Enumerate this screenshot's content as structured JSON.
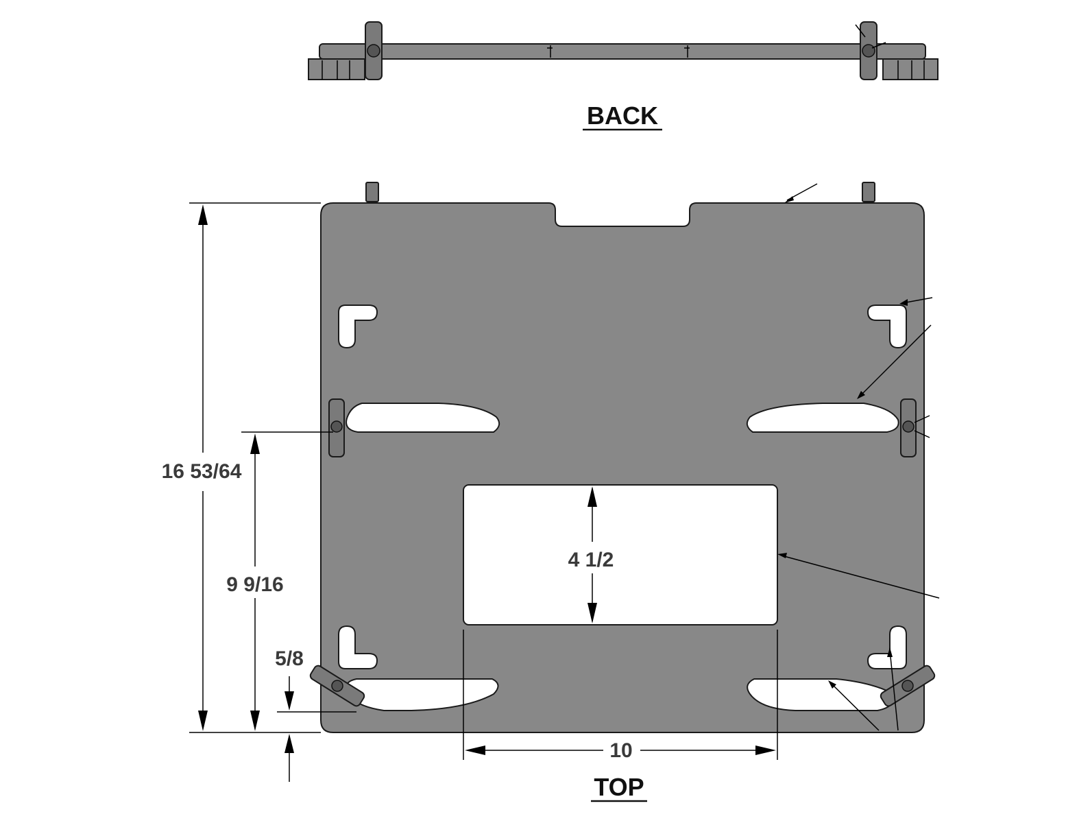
{
  "views": {
    "back_title": "BACK",
    "top_title": "TOP"
  },
  "dimensions": {
    "overall_height": "16 53/64",
    "hole_height": "9 9/16",
    "opening_height": "4 1/2",
    "bottom_offset": "5/8",
    "opening_width": "10"
  },
  "colors": {
    "plate": "#888888",
    "outline": "#1a1a1a",
    "dimension_text": "#3a3a3a"
  }
}
